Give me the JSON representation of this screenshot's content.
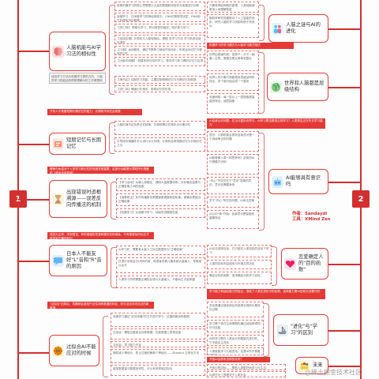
{
  "colors": {
    "accent": "#d32f2f",
    "box_border": "#e57373",
    "banner": "#e53935"
  },
  "badges": {
    "left": "1",
    "right": "2"
  },
  "left": {
    "node1": {
      "label": "人脑机能与AI学习法的相似性",
      "icon": "brain-icon",
      "boxes": [
        "经典机器学习的核心思想是以大量的数据和经验作为依据进行训练",
        "深度学习：在深度学习的神经网络中，CNN仿照视觉皮层，RNN用于处理序列化数据",
        "【杰仁林】 帮助大学习，拼对类型的组成，知识体与学习",
        "【自适应调】计算机与人脑较相似，根据 多学习方法 学习系统自适应调节",
        "【小脑】运动程序，通过不断练习使动作自动化，形成运动记忆与程序性记忆",
        "【大脑中间额】 构建本体与知识学习，是对学习所习得的记忆与应用",
        "【海马区】控制学习机能，主要控制短期记忆与长期记忆的转换",
        "【杏仁体】情绪记忆相关，影响记忆的形成"
      ],
      "note": "经验学习方法为机器学习提供方向，人脑的学习机能结构帮助理解AI的工作原理和局限性。"
    },
    "banner1": "只有人才具备短期长期记忆的能力，计算机不存在此现象",
    "node2": {
      "label": "短期记忆与长期记忆",
      "icon": "memory-icon",
      "boxes": [
        "人脑的海马区负责记忆转换，并将短期记忆转化为长期记忆",
        "半导体存储器件可以进行长久存储，计算机没有短期记忆与长期记忆之分"
      ]
    },
    "banner2": "睡眠与休息对于人的学习和记忆的巩固非常重要，这部分功能是计算机所不具备的（双出仓庆系统）",
    "node3": {
      "label": "出现错误时追根溯源——误差反向传播法的机制",
      "icon": "hourglass-icon",
      "boxes": [
        "【学习活动】从输入到输出，调用大量数据训练，分析输出结果与正确答案之间的误差",
        "【误差修正】反向传播算法根据误差调整各层权重，使输出更接近正确结果",
        "【机器学习】从误差中学习，持续改进模型性能"
      ]
    },
    "banner3": "语言为主体，学到语言，有时错误的发音和模仿在所难免，只有能够及时纠正才能学到正确的知识",
    "node4": {
      "label": "日本人不能友好\"L\"音和\"R\"音的原因",
      "icon": "speech-icon",
      "boxes": [
        "AI学习时，需要有大量人工标注数据作为\"正确答案\"",
        "日语中没有区分L和R的音，母语者在婴儿期未被大量输入，导致难以区分",
        "人类学习同样需要正确的反馈与大量输入，不断纠正才能掌握"
      ]
    },
    "banner4": "\"过拟合\"出现后，机器就会逐渐只记住训练数据的特征，而无法应对未见过的新数据",
    "node5": {
      "label": "过拟合AI不能应对的时候",
      "icon": "basketball-icon",
      "boxes": [
        "深度学习通过\"反向传播\"的方式进行学习，过度依赖训练数据",
        "过拟合：模型过度贴合训练数据，在新数据上表现变差",
        "文化会：学习能力不足",
        "随机减少神经元，防止过度依赖单个神经元——Dropout 正则化方法",
        "增加数据量与数据多样性，可以有效抑制过拟合"
      ]
    }
  },
  "right": {
    "node1": {
      "label": "人脑之谜与AI的进化",
      "icon": "people-icon",
      "boxes": [
        "只要有神经网络的原理，人类就能够更深入地理解智能",
        "脑科学研究进展推动了人工智能的进步，研究人脑的学习机制有助于改进AI"
      ]
    },
    "banner1": "机器学习的学习模式与人脑学习模式相仿",
    "node2": {
      "label": "世界和人脑都是层级结构",
      "icon": "globe-icon",
      "boxes": [
        "世界由层级构成：如原子—分子—细胞—生物，数据也是从简单到复杂",
        "世界上的万事万物都具有层级结构的特征，多个部分组合成一个整体",
        "深度网络：每一层从上一层提取更高级的特征，逐层抽象"
      ]
    },
    "banner2": "AI自我认识问题：在当今复杂世界中，AI学习是否是真正的学习？人类是否正在失去学习能力",
    "node3": {
      "label": "AI能够具有意识吗",
      "icon": "robot-icon",
      "boxes": [
        "意识：计算机能否具有自我意识是一个持续争论的问题",
        "AI能够像人类一样思考吗？目前的AI只是模式识别",
        "\"内心\"不仅仅在于\"意识\"层面的意识，意识还需要身体",
        "关于\"内心\"所在的问题，AI尚无答案",
        "从认识\"我\"开始：自我意识是智能的重要特征"
      ]
    },
    "author": {
      "author_line": "作者：Sandaydi",
      "tool_line": "工具：XMind Zen"
    },
    "node4": {
      "label": "恋爱确定人的\"目的函数\"",
      "icon": "heart-icon",
      "boxes": [
        "AI无法选择目标，它只能在人类设定的目标下学习",
        "人类的目标则由遗传与环境共同决定",
        "确定目标的函数：谁来确定AI的学习目标"
      ]
    },
    "banner3": "学习能力和适应能力的结合，造就了人类在进化中的优势，这种能力是AI目前无法替代的",
    "node5": {
      "label": "\"进化\"与\"学习\"的区别",
      "icon": "boat-icon",
      "boxes": [
        "进化是通过遗传和自然选择实现的长期变化过程",
        "学习是个体在生命周期内通过经验获得知识与技能",
        "AI的学习是在人类设计的框架内进行的，它不能自主进化",
        "人类既能学习又能进化，这是AI所不具备的能力"
      ]
    },
    "banner4": "开放AI会带来怎样的未来？",
    "node6": {
      "label": "未来",
      "icon": "group-icon",
      "boxes": [
        "开放AI的目标——帮助人类更好地学习与生活",
        "AI将作为工具服务于人类社会"
      ]
    }
  },
  "watermark": "@稀土掘金技术社区"
}
